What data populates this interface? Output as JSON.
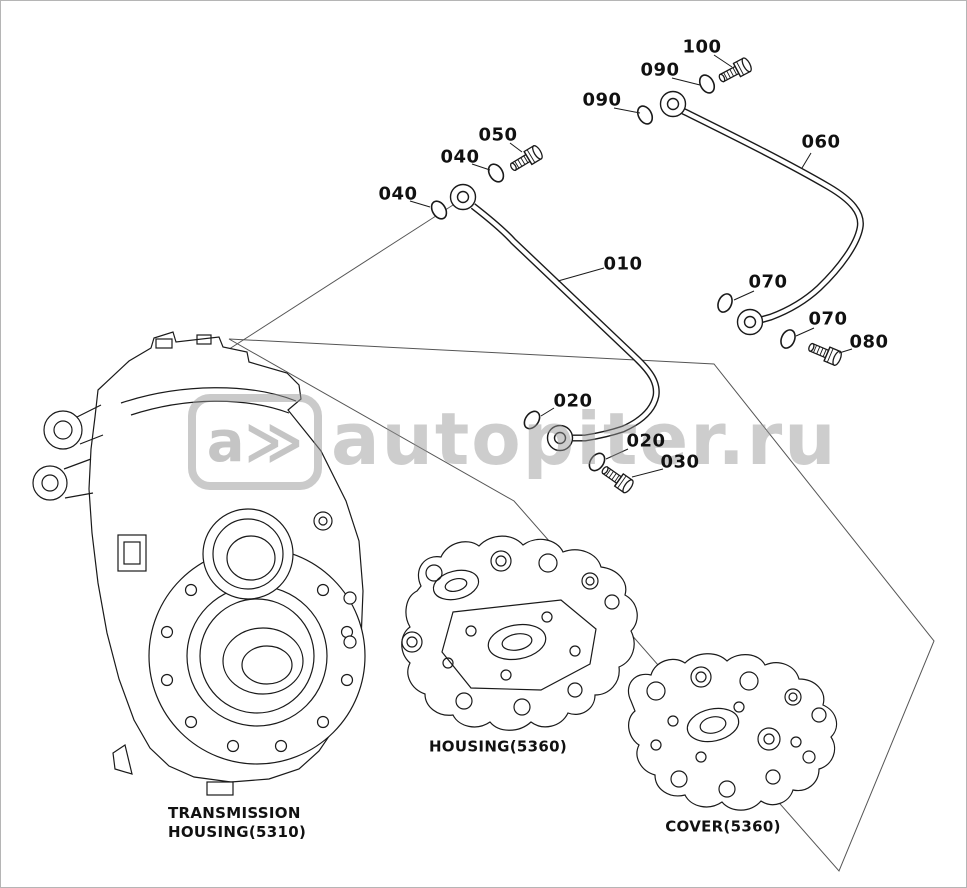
{
  "watermark": {
    "logo_text": "a≫",
    "text": "autopiter.ru"
  },
  "colors": {
    "line": "#1a1a1a",
    "watermark": "#9e9e9e"
  },
  "callouts": [
    {
      "label": "100"
    },
    {
      "label": "090"
    },
    {
      "label": "090"
    },
    {
      "label": "060"
    },
    {
      "label": "050"
    },
    {
      "label": "040"
    },
    {
      "label": "040"
    },
    {
      "label": "010"
    },
    {
      "label": "070"
    },
    {
      "label": "070"
    },
    {
      "label": "080"
    },
    {
      "label": "020"
    },
    {
      "label": "020"
    },
    {
      "label": "030"
    }
  ],
  "captions": {
    "transmission_housing_line1": "TRANSMISSION",
    "transmission_housing_line2": "HOUSING(5310)",
    "housing": "HOUSING(5360)",
    "cover": "COVER(5360)"
  }
}
